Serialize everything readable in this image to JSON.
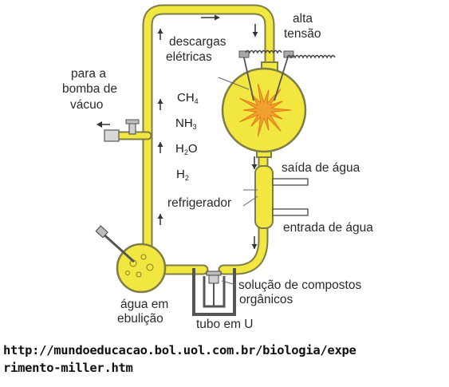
{
  "labels": {
    "descargas_1": "descargas",
    "descargas_2": "elétricas",
    "alta_1": "alta",
    "alta_2": "tensão",
    "bomba_1": "para a",
    "bomba_2": "bomba de",
    "bomba_3": "vácuo",
    "saida_agua": "saída de água",
    "refrigerador": "refrigerador",
    "entrada_agua": "entrada de água",
    "solucao_1": "solução de compostos",
    "solucao_2": "orgânicos",
    "agua_1": "água em",
    "agua_2": "ebulição",
    "tubo_u": "tubo em U"
  },
  "gases": {
    "ch4": {
      "base": "CH",
      "sub": "4"
    },
    "nh3": {
      "base": "NH",
      "sub": "3"
    },
    "h2o": {
      "base": "H",
      "sub": "2",
      "tail": "O"
    },
    "h2": {
      "base": "H",
      "sub": "2"
    }
  },
  "url": {
    "line1": "http://mundoeducacao.bol.uol.com.br/biologia/expe",
    "line2": "rimento-miller.htm"
  },
  "colors": {
    "tube": "#f2e640",
    "outline": "#8a8a4a",
    "spark": "#f0a030"
  }
}
